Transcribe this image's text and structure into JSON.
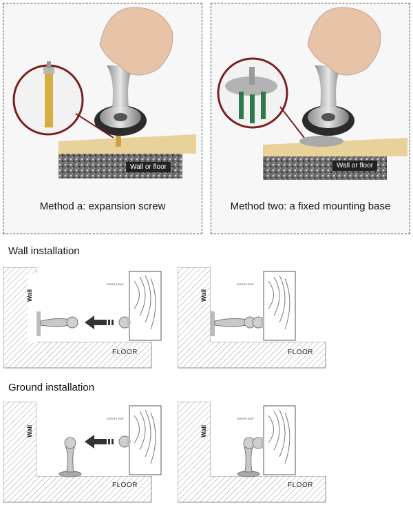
{
  "panels": {
    "method_a": {
      "caption": "Method a: expansion screw",
      "surface_label": "Wall or floor"
    },
    "method_b": {
      "caption": "Method two: a fixed mounting base",
      "surface_label": "Wall or floor"
    }
  },
  "sections": {
    "wall": {
      "title": "Wall installation"
    },
    "ground": {
      "title": "Ground installation"
    }
  },
  "diagram_labels": {
    "wall": "Wall",
    "floor": "FLOOR",
    "door_leaf": "DOOR LEAF"
  },
  "colors": {
    "hatch": "#9a9a9a",
    "steel": "#b8b8b8",
    "arrow": "#333333",
    "inset_border": "#7a1f1f",
    "anchor_post": "#2f7a4a"
  }
}
